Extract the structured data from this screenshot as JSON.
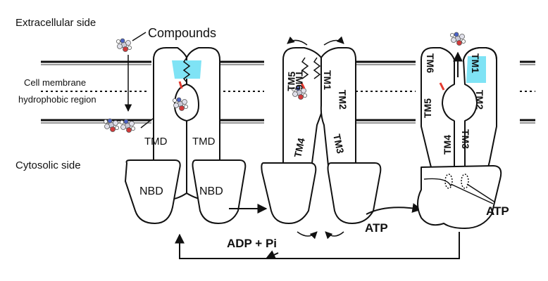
{
  "labels": {
    "extracellular": "Extracellular side",
    "compounds": "Compounds",
    "cell_membrane": "Cell membrane",
    "hydrophobic": "hydrophobic region",
    "cytosolic": "Cytosolic side",
    "tmd": "TMD",
    "nbd": "NBD",
    "tm1": "TM1",
    "tm2": "TM2",
    "tm3": "TM3",
    "tm4": "TM4",
    "tm5": "TM5",
    "tm6": "TM6",
    "atp": "ATP",
    "adp_pi": "ADP + Pi"
  },
  "colors": {
    "cavity": "#7fe3f5",
    "ligand_mark": "#e53a2f",
    "membrane": "#111111"
  },
  "icons": [
    "compound-molecule-icon"
  ]
}
